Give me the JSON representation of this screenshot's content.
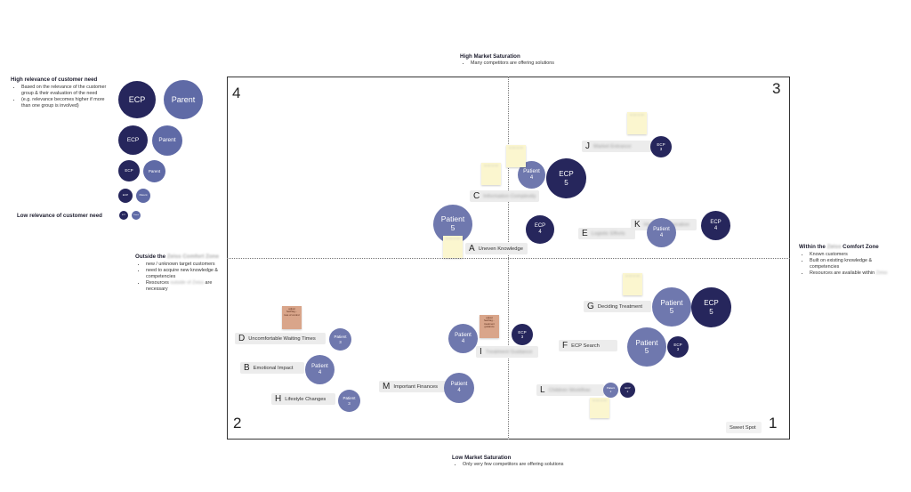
{
  "legend": {
    "high_title": "High relevance of customer need",
    "high_items": [
      "Based on the relevance of the customer group & their evaluation of the need",
      "(e.g. relevance becomes higher if more than one group is involved)"
    ],
    "low_title": "Low relevance of customer need",
    "sizes": [
      {
        "ecp": "ECP",
        "parent": "Parent"
      },
      {
        "ecp": "ECP",
        "parent": "Parent"
      },
      {
        "ecp": "ECP",
        "parent": "Parent"
      },
      {
        "ecp": "ECP",
        "parent": "Parent"
      },
      {
        "ecp": "ECP",
        "parent": "Parent"
      }
    ]
  },
  "axes": {
    "top_title": "High Market Saturation",
    "top_items": [
      "Many competitors are offering solutions"
    ],
    "bottom_title": "Low Market Saturation",
    "bottom_items": [
      "Only very few competitors are offering solutions"
    ],
    "left_title_pre": "Outside the",
    "left_title_blur": "Zeiss Comfort Zone",
    "left_items": [
      "new / unknown target customers",
      "need to acquire new knowledge & competencies"
    ],
    "left_resources_pre": "Resources",
    "left_resources_blur": "outside of Zeiss",
    "left_resources_post": "are necessary",
    "right_title_pre": "Within the",
    "right_title_blur": "Zeiss",
    "right_title_post": "Comfort Zone",
    "right_items": [
      "Known customers",
      "Built on existing knowledge & competencies"
    ],
    "right_resources_pre": "Resources are available within",
    "right_resources_blur": "Zeiss"
  },
  "quadrants": {
    "q1": "1",
    "q2": "2",
    "q3": "3",
    "q4": "4",
    "sweet_spot": "Sweet Spot"
  },
  "items": {
    "A": {
      "letter": "A",
      "text": "Uneven Knowledge"
    },
    "B": {
      "letter": "B",
      "text": "Emotional Impact"
    },
    "C": {
      "letter": "C",
      "text": "Information Complexity"
    },
    "D": {
      "letter": "D",
      "text": "Uncomfortable Waiting Times"
    },
    "E": {
      "letter": "E",
      "text": "Logistic Efforts"
    },
    "F": {
      "letter": "F",
      "text": "ECP Search"
    },
    "G": {
      "letter": "G",
      "text": "Deciding Treatment"
    },
    "H": {
      "letter": "H",
      "text": "Lifestyle Changes"
    },
    "I": {
      "letter": "I",
      "text": "Treatment Guidance"
    },
    "J": {
      "letter": "J",
      "text": "Market Entrance"
    },
    "K": {
      "letter": "K",
      "text": "Home Collaboration"
    },
    "L": {
      "letter": "L",
      "text": "Children Workflow"
    },
    "M": {
      "letter": "M",
      "text": "Important Finances"
    }
  },
  "bubbles": {
    "patient": "Patient",
    "ecp": "ECP",
    "p5": "5",
    "p4": "4",
    "p3": "3",
    "p2": "2",
    "e5": "5",
    "e4": "4",
    "e3": "3",
    "e2": "2"
  },
  "notes": {
    "orange1": "adjust hashtag... loss of control",
    "orange2": "adjust hashtag... treatment guidance"
  }
}
